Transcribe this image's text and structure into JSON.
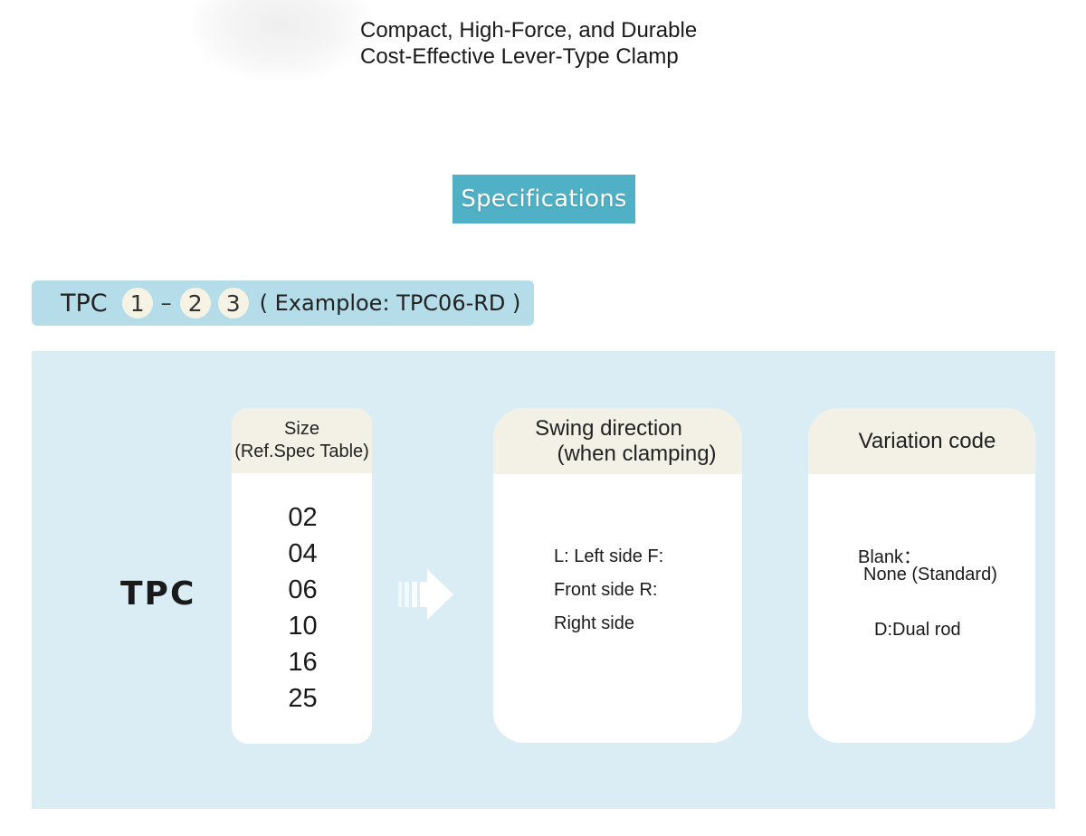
{
  "tagline": {
    "line1": "Compact, High-Force, and Durable",
    "line2": "Cost-Effective Lever-Type Clamp"
  },
  "section_badge": "Specifications",
  "model_code": {
    "prefix": "TPC",
    "part1": "1",
    "separator": "–",
    "part2": "2",
    "part3": "3",
    "example": "( Examploe: TPC06-RD )"
  },
  "diagram": {
    "series_label": "TPC",
    "size": {
      "header_line1": "Size",
      "header_line2": "(Ref.Spec Table)",
      "values": [
        "02",
        "04",
        "06",
        "10",
        "16",
        "25"
      ]
    },
    "swing_direction": {
      "header_line1": "Swing direction",
      "header_line2": "(when clamping)",
      "lines": [
        "L: Left side F:",
        "Front side R:",
        "Right side"
      ]
    },
    "variation_code": {
      "header": "Variation code",
      "blank_label": "Blank：",
      "blank_value": "None (Standard)",
      "dual_rod": "D:Dual rod"
    }
  },
  "colors": {
    "badge": "#4fb0c6",
    "model_bar": "#b4dde9",
    "panel": "#daedf4",
    "card_header": "#f3f1e6"
  }
}
